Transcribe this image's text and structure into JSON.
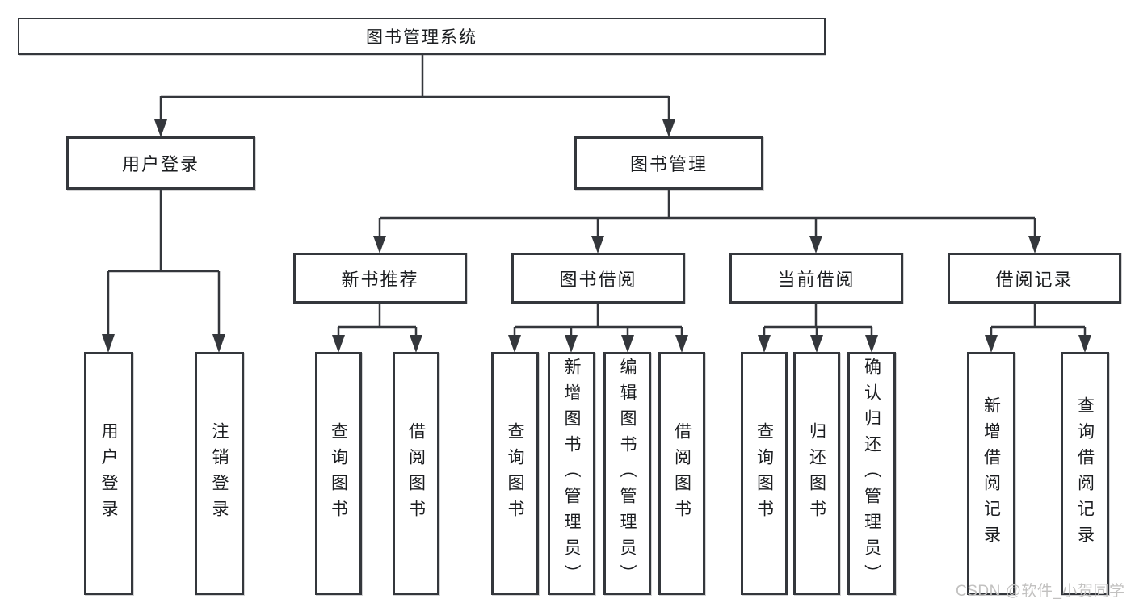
{
  "diagram_title": "图书管理系统",
  "watermark": "CSDN @软件_小贺同学",
  "colors": {
    "line": "#34373c",
    "box_border": "#34373c",
    "text": "#1b1d20",
    "background": "#ffffff",
    "watermark": "#c2c1c0"
  },
  "nodes": {
    "root": "图书管理系统",
    "level2": [
      "用户登录",
      "图书管理"
    ],
    "level3": [
      "新书推荐",
      "图书借阅",
      "当前借阅",
      "借阅记录"
    ],
    "leaves": {
      "user_login": [
        "用户登录",
        "注销登录"
      ],
      "new_book_recommendation": [
        "查询图书",
        "借阅图书"
      ],
      "book_borrowing": [
        "查询图书",
        "新增图书（管理员）",
        "编辑图书（管理员）",
        "借阅图书"
      ],
      "current_borrowing": [
        "查询图书",
        "归还图书",
        "确认归还（管理员）"
      ],
      "borrowing_records": [
        "新增借阅记录",
        "查询借阅记录"
      ]
    }
  },
  "hierarchy": {
    "图书管理系统": [
      "用户登录",
      "图书管理"
    ],
    "用户登录": [
      "用户登录",
      "注销登录"
    ],
    "图书管理": [
      "新书推荐",
      "图书借阅",
      "当前借阅",
      "借阅记录"
    ],
    "新书推荐": [
      "查询图书",
      "借阅图书"
    ],
    "图书借阅": [
      "查询图书",
      "新增图书（管理员）",
      "编辑图书（管理员）",
      "借阅图书"
    ],
    "当前借阅": [
      "查询图书",
      "归还图书",
      "确认归还（管理员）"
    ],
    "借阅记录": [
      "新增借阅记录",
      "查询借阅记录"
    ]
  }
}
